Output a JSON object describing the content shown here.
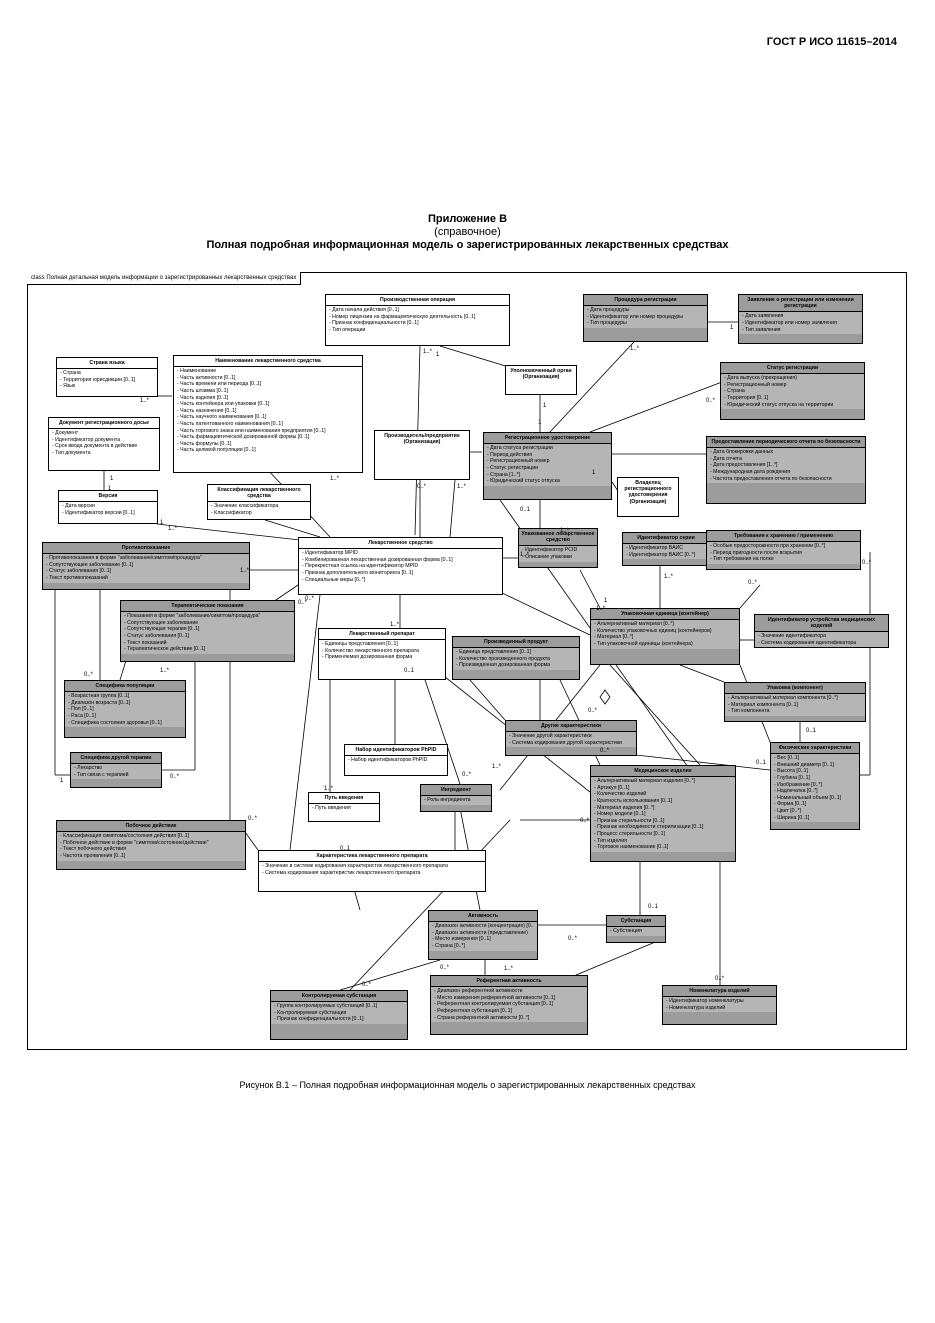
{
  "header": {
    "standard": "ГОСТ Р ИСО 11615–2014"
  },
  "title": {
    "line1": "Приложение В",
    "line2": "(справочное)",
    "line3": "Полная подробная информационная модель о зарегистрированных лекарственных средствах"
  },
  "frame_label": "class Полная детальная модель информации о зарегистрированных лекарственных средствах",
  "caption": "Рисунок В.1 – Полная подробная информационная модель о зарегистрированных лекарственных средствах",
  "classes": [
    {
      "id": "proizv-op",
      "name": "Производственная операция",
      "dark": false,
      "items": [
        "Дата начала действия [0..1]",
        "Номер лицензии на фармацевтическую деятельность [0..1]",
        "Признак конфиденциальности [0..1]",
        "Тип операции"
      ]
    },
    {
      "id": "procedura",
      "name": "Процедура регистрации",
      "dark": true,
      "items": [
        "Дата процедуры",
        "Идентификатор или номер процедуры",
        "Тип процедуры"
      ]
    },
    {
      "id": "zayavlenie",
      "name": "Заявление о регистрации или изменении регистрации",
      "dark": true,
      "items": [
        "Дата заявления",
        "Идентификатор или номер заявления",
        "Тип заявления"
      ]
    },
    {
      "id": "strana-yazyk",
      "name": "Страна языка",
      "dark": false,
      "items": [
        "Страна",
        "Территория юрисдикции [0..1]",
        "Язык"
      ]
    },
    {
      "id": "naimenovanie",
      "name": "Наименование лекарственного средства",
      "dark": false,
      "items": [
        "Наименование",
        "Часть активности [0..1]",
        "Часть времени или периода [0..1]",
        "Часть штамма [0..1]",
        "Часть изделия [0..1]",
        "Часть контейнера или упаковки [0..1]",
        "Часть назначения [0..1]",
        "Часть научного наименования [0..1]",
        "Часть патентованного наименования [0..1]",
        "Часть торгового знака или наименования предприятия [0..1]",
        "Часть фармацевтической дозированной формы [0..1]",
        "Часть формулы [0..1]",
        "Часть целевой популяции [0..1]"
      ]
    },
    {
      "id": "upoln-organ",
      "name": "Уполномоченный орган (Организация)",
      "dark": false,
      "items": []
    },
    {
      "id": "status-reg",
      "name": "Статус регистрации",
      "dark": true,
      "items": [
        "Дата выпуска (прекращения)",
        "Регистрационный номер",
        "Страна",
        "Территория [0..1]",
        "Юридический статус отпуска на территории"
      ]
    },
    {
      "id": "dokument",
      "name": "Документ регистрационного досье",
      "dark": false,
      "items": [
        "Документ",
        "Идентификатор документа",
        "Срок ввода документа в действие",
        "Тип документа"
      ]
    },
    {
      "id": "proizvoditel",
      "name": "Производитель/предприятие (Организация)",
      "dark": false,
      "items": []
    },
    {
      "id": "reg-udost",
      "name": "Регистрационное удостоверение",
      "dark": true,
      "items": [
        "Дата статуса регистрации",
        "Период действия",
        "Регистрационный номер",
        "Статус регистрации",
        "Страна [1..*]",
        "Юридический статус отпуска"
      ]
    },
    {
      "id": "periodich-otchet",
      "name": "Предоставление периодического отчета по безопасности",
      "dark": true,
      "items": [
        "Дата блокировки данных",
        "Дата отчета",
        "Дата предоставления [1..*]",
        "Международная дата рождения",
        "Частота предоставления отчета по безопасности"
      ]
    },
    {
      "id": "klassifikaciya",
      "name": "Классификация лекарственного средства",
      "dark": false,
      "items": [
        "Значение классификатора",
        "Классификатор"
      ]
    },
    {
      "id": "vladelec",
      "name": "Владелец регистрационного удостоверения (Организация)",
      "dark": false,
      "items": []
    },
    {
      "id": "versiya",
      "name": "Версия",
      "dark": false,
      "items": [
        "Дата версии",
        "Идентификатор версии [0..1]"
      ]
    },
    {
      "id": "protivopokazanie",
      "name": "Противопоказание",
      "dark": true,
      "items": [
        "Противопоказания в форме \"заболевание/симптом/процедура\"",
        "Сопутствующее заболевание [0..1]",
        "Статус заболевания [0..1]",
        "Текст противопоказаний"
      ]
    },
    {
      "id": "lek-sredstvo",
      "name": "Лекарственное средство",
      "dark": false,
      "items": [
        "Идентификатор MPID",
        "Комбинированная лекарственная дозированная форма [0..1]",
        "Перекрестная ссылка на идентификатор MPID",
        "Признак дополнительного мониторинга [0..1]",
        "Специальные меры [0..*]"
      ]
    },
    {
      "id": "upakovannoe",
      "name": "Упакованное лекарственное средство",
      "dark": true,
      "items": [
        "Идентификатор PCID",
        "Описание упаковки"
      ]
    },
    {
      "id": "identif-serii",
      "name": "Идентификатор серии",
      "dark": true,
      "items": [
        "Идентификатор ВАИС",
        "Идентификатор ВАИС [0..*]"
      ]
    },
    {
      "id": "trebovaniya-hranenie",
      "name": "Требования к хранению / применению",
      "dark": true,
      "items": [
        "Особые предосторожности при хранении [0..*]",
        "Период пригодности после вскрытия",
        "Тип требования на полке"
      ]
    },
    {
      "id": "terapevticheskie",
      "name": "Терапевтические показания",
      "dark": true,
      "items": [
        "Показания в форме \"заболевание/симптом/процедура\"",
        "Сопутствующее заболевание",
        "Сопутствующая терапия [0..1]",
        "Статус заболевания [0..1]",
        "Текст показаний",
        "Терапевтическое действие [0..1]"
      ]
    },
    {
      "id": "upakovochnaya-ed",
      "name": "Упаковочная единица (контейнер)",
      "dark": true,
      "items": [
        "Альтернативный материал [0..*]",
        "Количество упаковочных единиц (контейнеров)",
        "Материал [0..*]",
        "Тип упаковочной единицы (контейнера)"
      ]
    },
    {
      "id": "identif-ustr",
      "name": "Идентификатор устройства медицинских изделий",
      "dark": true,
      "items": [
        "Значение идентификатора",
        "Система кодирования идентификатора"
      ]
    },
    {
      "id": "lek-preparat",
      "name": "Лекарственный препарат",
      "dark": false,
      "items": [
        "Единицы представления [0..1]",
        "Количество лекарственного препарата",
        "Применяемая дозированная форма"
      ]
    },
    {
      "id": "proizv-izdelie",
      "name": "Произведенный продукт",
      "dark": true,
      "items": [
        "Единица представления [0..1]",
        "Количество произведенного продукта",
        "Произведенная дозированная форма"
      ]
    },
    {
      "id": "specifika-populyacii",
      "name": "Специфика популяции",
      "dark": true,
      "items": [
        "Возрастная группа [0..1]",
        "Диапазон возраста [0..1]",
        "Пол [0..1]",
        "Раса [0..1]",
        "Специфика состояния здоровья [0..1]"
      ]
    },
    {
      "id": "upakovka-komp",
      "name": "Упаковка (компонент)",
      "dark": true,
      "items": [
        "Альтернативный материал компонента [0..*]",
        "Материал компонента [0..1]",
        "Тип компонента"
      ]
    },
    {
      "id": "drugie-harakter",
      "name": "Другие характеристики",
      "dark": true,
      "items": [
        "Значение другой характеристики",
        "Система кодирования другой характеристики"
      ]
    },
    {
      "id": "nabor-phpid",
      "name": "Набор идентификаторов PhPID",
      "dark": false,
      "items": [
        "Набор идентификаторов PhPID"
      ]
    },
    {
      "id": "specifika-drugoj",
      "name": "Специфика другой терапии",
      "dark": true,
      "items": [
        "Лекарство",
        "Тип связи с терапией"
      ]
    },
    {
      "id": "fizicheskie",
      "name": "Физические характеристики",
      "dark": true,
      "items": [
        "Вес [0..1]",
        "Внешний диаметр [0..1]",
        "Высота [0..1]",
        "Глубина [0..1]",
        "Изображение [0..*]",
        "Надпечатка [0..*]",
        "Номинальный объем [0..1]",
        "Форма [0..1]",
        "Цвет [0..*]",
        "Ширина [0..1]"
      ]
    },
    {
      "id": "put-vvedeniya",
      "name": "Путь введения",
      "dark": false,
      "items": [
        "Путь введения"
      ]
    },
    {
      "id": "ingredient",
      "name": "Ингредиент",
      "dark": true,
      "items": [
        "Роль ингредиента"
      ]
    },
    {
      "id": "med-izdelie",
      "name": "Медицинское изделие",
      "dark": true,
      "items": [
        "Альтернативный материал изделия [0..*]",
        "Артикул [0..1]",
        "Количество изделий",
        "Кратность использования [0..1]",
        "Материал изделия [0..*]",
        "Номер модели [0..1]",
        "Признак стерильности [0..1]",
        "Признак необходимости стерилизации [0..1]",
        "Процесс стерильности [0..1]",
        "Тип изделия",
        "Торговое наименование [0..1]"
      ]
    },
    {
      "id": "pobochnoe",
      "name": "Побочное действие",
      "dark": true,
      "items": [
        "Классификация симптома/состояния действия [0..1]",
        "Побочное действие в форме \"симптом/состояние/действие\"",
        "Текст побочного действия",
        "Частота проявления [0..1]"
      ]
    },
    {
      "id": "harakter-prep",
      "name": "Характеристика лекарственного препарата",
      "dark": false,
      "items": [
        "Значение в системе кодирования характеристик лекарственного препарата",
        "Система кодирования характеристик лекарственного препарата"
      ]
    },
    {
      "id": "aktivnost",
      "name": "Активность",
      "dark": true,
      "items": [
        "Диапазон активности (концентрация) [0..1]",
        "Диапазон активности (представление)",
        "Место измерения [0..1]",
        "Страна [0..*]"
      ]
    },
    {
      "id": "substanciya",
      "name": "Субстанция",
      "dark": true,
      "items": [
        "Субстанция"
      ]
    },
    {
      "id": "kontrol-subst",
      "name": "Контролируемая субстанция",
      "dark": true,
      "items": [
        "Группа контролируемых субстанций [0..1]",
        "Контролируемая субстанция",
        "Признак конфиденциальности [0..1]"
      ]
    },
    {
      "id": "referentnaya",
      "name": "Референтная активность",
      "dark": true,
      "items": [
        "Диапазон референтной активности",
        "Место измерения референтной активности [0..1]",
        "Референтная контролируемая субстанция [0..1]",
        "Референтная субстанция [0..1]",
        "Страна референтной активности [0..*]"
      ]
    },
    {
      "id": "nomenklatura",
      "name": "Номенклатура изделий",
      "dark": true,
      "items": [
        "Идентификатор номенклатуры",
        "Номенклатура изделий"
      ]
    }
  ],
  "multiplicities": [
    {
      "t": "1..*"
    },
    {
      "t": "1"
    },
    {
      "t": "1"
    },
    {
      "t": "1..*"
    },
    {
      "t": "0..*"
    },
    {
      "t": "1"
    },
    {
      "t": "1"
    },
    {
      "t": "0..*"
    },
    {
      "t": "1..*"
    },
    {
      "t": "1..*"
    },
    {
      "t": "1..*"
    },
    {
      "t": "1"
    },
    {
      "t": "1"
    },
    {
      "t": "1"
    },
    {
      "t": "0..1"
    },
    {
      "t": "1..*"
    },
    {
      "t": "1"
    },
    {
      "t": "1..*"
    },
    {
      "t": "1..*"
    },
    {
      "t": "0..*"
    },
    {
      "t": "1..*"
    },
    {
      "t": "1"
    },
    {
      "t": "1..*"
    },
    {
      "t": "0..*"
    },
    {
      "t": "0..*"
    },
    {
      "t": "1..*"
    },
    {
      "t": "1..*"
    },
    {
      "t": "0..*"
    },
    {
      "t": "0..1"
    },
    {
      "t": "0..*"
    },
    {
      "t": "1..*"
    },
    {
      "t": "1"
    },
    {
      "t": "0..*"
    },
    {
      "t": "0..*"
    },
    {
      "t": "0..1"
    },
    {
      "t": "1..*"
    },
    {
      "t": "0..*"
    },
    {
      "t": "1..*"
    },
    {
      "t": "0..*"
    },
    {
      "t": "0..*"
    },
    {
      "t": "0..*"
    },
    {
      "t": "0..1"
    },
    {
      "t": "0..1"
    },
    {
      "t": "0..*"
    },
    {
      "t": "0..*"
    },
    {
      "t": "0..*"
    },
    {
      "t": "1..*"
    },
    {
      "t": "0..*"
    },
    {
      "t": "0..1"
    }
  ]
}
